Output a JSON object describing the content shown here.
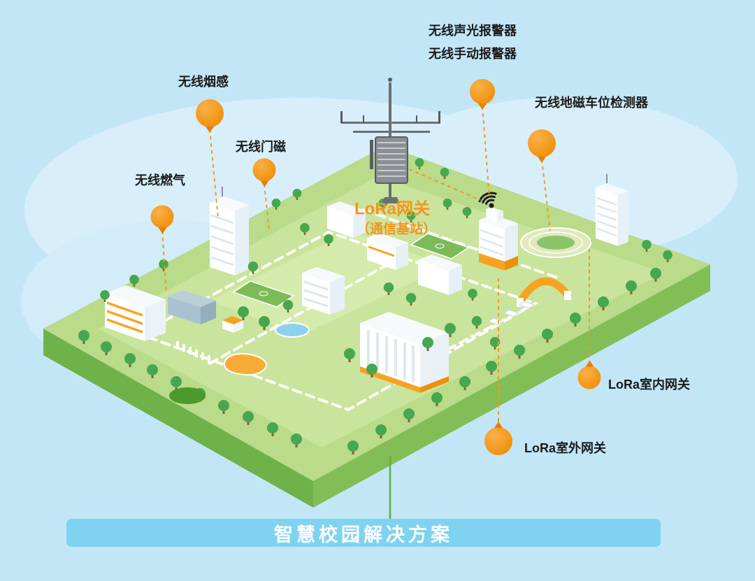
{
  "banner": {
    "text": "智慧校园解决方案"
  },
  "gateway": {
    "title": "LoRa网关",
    "subtitle": "（通信基站）"
  },
  "devices": {
    "sound_light_alarm": "无线声光报警器",
    "manual_alarm": "无线手动报警器",
    "smoke_sensor": "无线烟感",
    "parking_detector": "无线地磁车位检测器",
    "door_magnet": "无线门磁",
    "gas_sensor": "无线燃气",
    "indoor_gateway": "LoRa室内网关",
    "outdoor_gateway": "LoRa室外网关"
  },
  "colors": {
    "background": "#c3e6f7",
    "cloud": "#d8effb",
    "balloon_orange": "#f29310",
    "accent_orange": "#f7941d",
    "island_top_green": "#b9db8a",
    "island_side_green": "#6fb24a",
    "banner_bg": "#7fd3f0",
    "banner_text": "#ffffff"
  }
}
